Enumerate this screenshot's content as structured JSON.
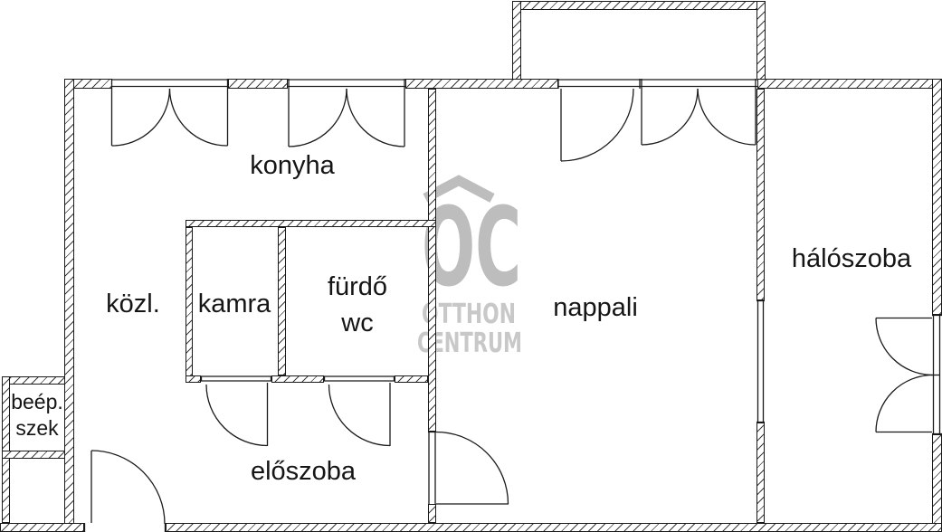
{
  "plan": {
    "rooms": {
      "konyha": "konyha",
      "kozl": "közl.",
      "kamra": "kamra",
      "furdo": "fürdő",
      "wc": "wc",
      "nappali": "nappali",
      "haloszoba": "hálószoba",
      "eloszoba": "előszoba",
      "szekreny_line1": "beép.",
      "szekreny_line2": "szek"
    }
  },
  "watermark": {
    "logo_text": "OC",
    "line1": "OTTHON",
    "line2": "CENTRUM",
    "color_logo": "#bdbdbd",
    "color_text": "#c8c8c8"
  },
  "colors": {
    "wall_line": "#1a1a1a",
    "hatch_line": "#3c3c3c",
    "background": "#ffffff"
  }
}
